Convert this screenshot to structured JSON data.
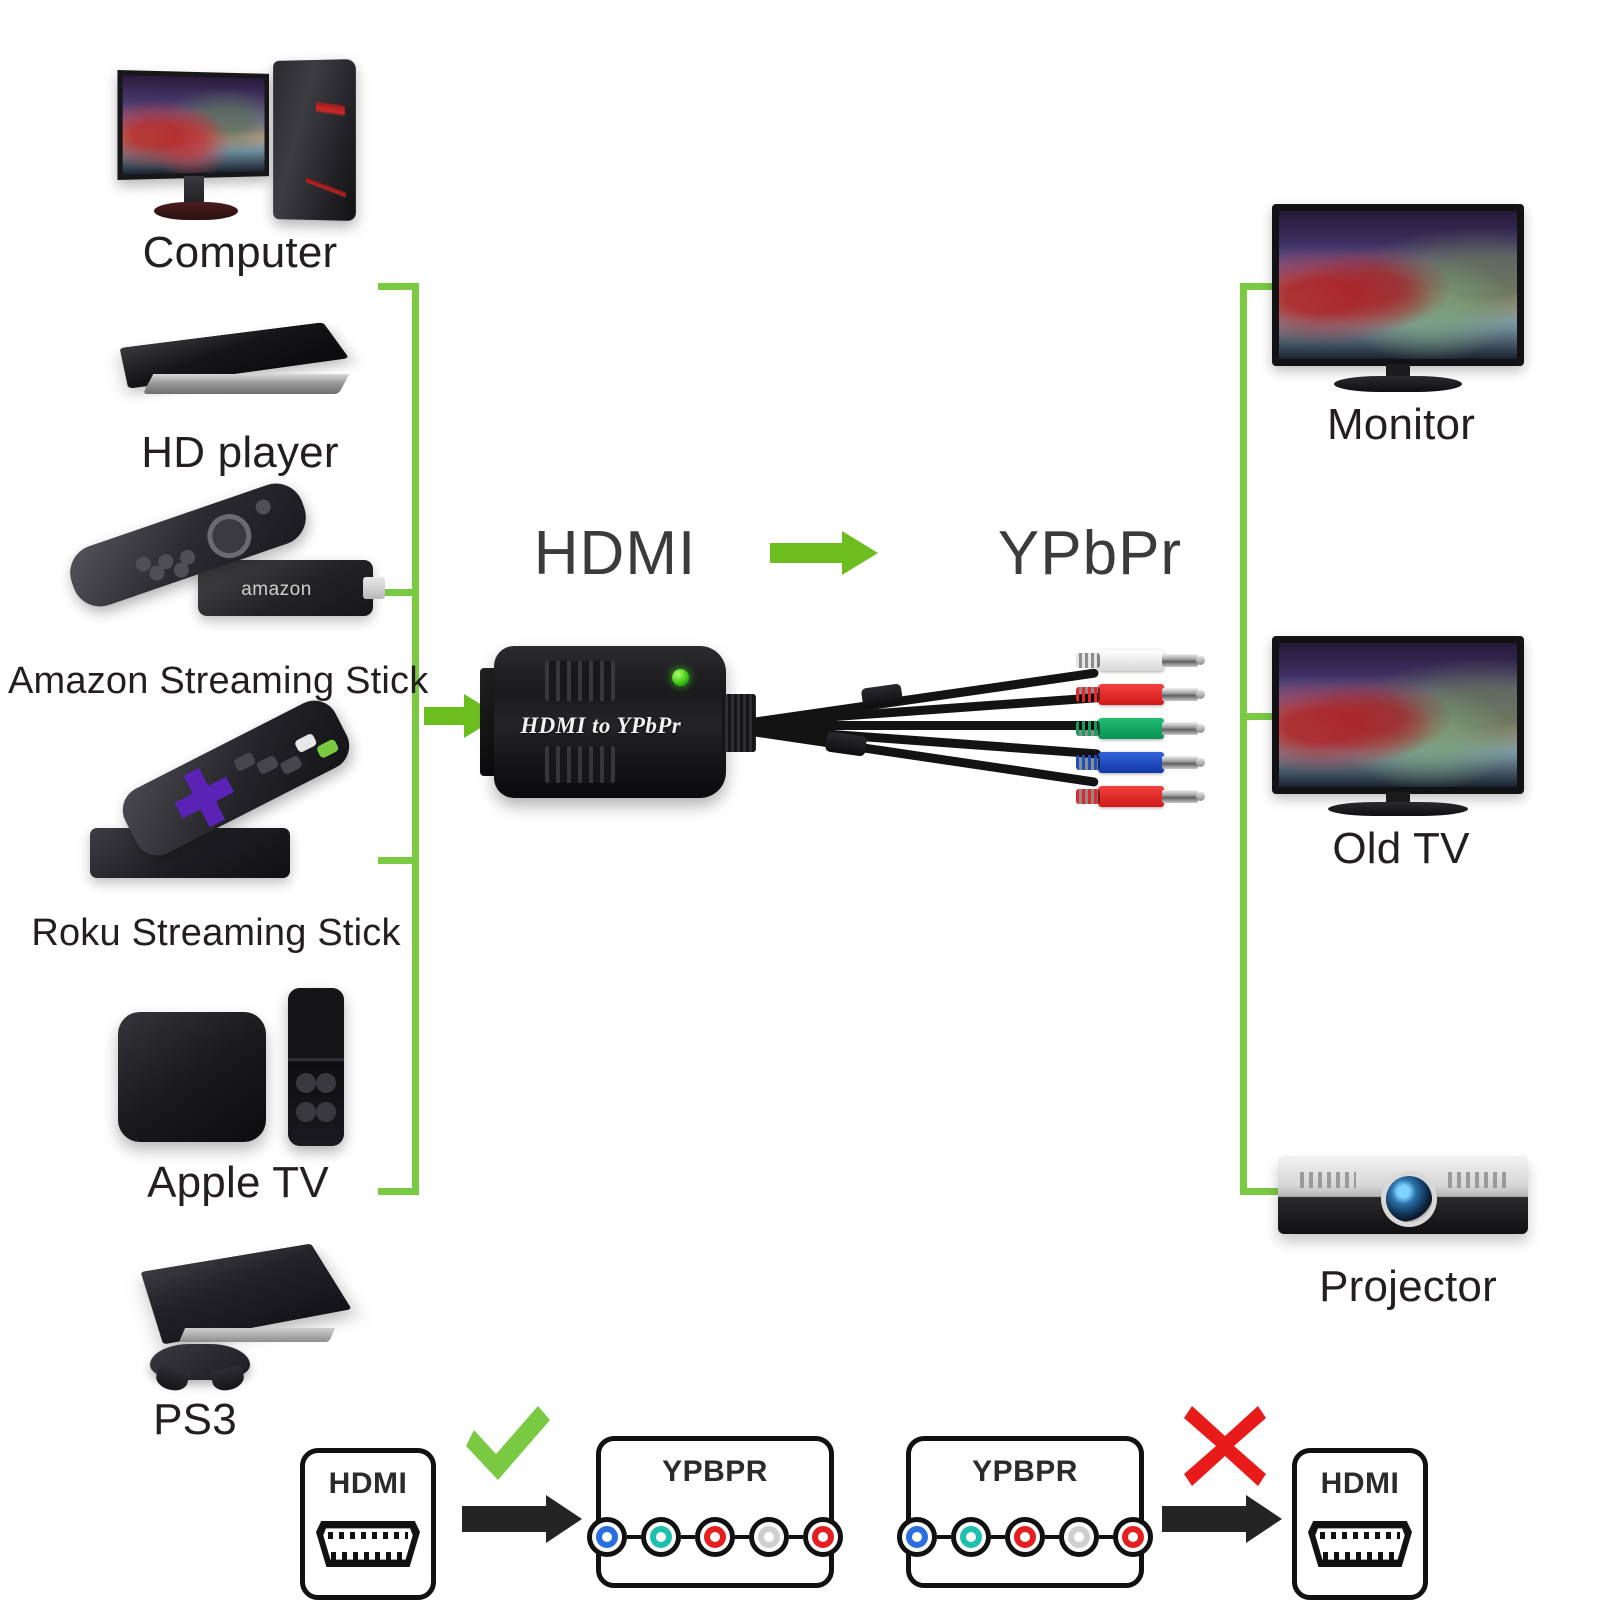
{
  "diagram": {
    "center": {
      "input_format": "HDMI",
      "output_format": "YPbPr",
      "converter_label": "HDMI to YPbPr",
      "arrow_icon": "green-right-arrow"
    },
    "sources": [
      {
        "label": "Computer",
        "icon": "desktop-computer"
      },
      {
        "label": "HD player",
        "icon": "hd-disc-player"
      },
      {
        "label": "Amazon Streaming Stick",
        "icon": "amazon-fire-stick",
        "brand_text": "amazon"
      },
      {
        "label": "Roku Streaming Stick",
        "icon": "roku-streaming-stick"
      },
      {
        "label": "Apple TV",
        "icon": "apple-tv-box"
      },
      {
        "label": "PS3",
        "icon": "playstation-3"
      }
    ],
    "outputs": [
      {
        "label": "Monitor",
        "icon": "flat-screen-monitor"
      },
      {
        "label": "Old TV",
        "icon": "old-flat-tv"
      },
      {
        "label": "Projector",
        "icon": "video-projector"
      }
    ],
    "cable": {
      "plug_colors": [
        "#f3f3f3",
        "#e8262a",
        "#11a05c",
        "#1b4fc4",
        "#e8262a"
      ],
      "plug_names": [
        "white-rca-plug",
        "red-rca-plug",
        "green-rca-plug",
        "blue-rca-plug",
        "red-rca-plug"
      ]
    }
  },
  "comparison": {
    "supported": {
      "from_label": "HDMI",
      "to_label": "YPBPR",
      "status_icon": "green-check",
      "arrow_icon": "black-right-arrow"
    },
    "unsupported": {
      "from_label": "YPBPR",
      "to_label": "HDMI",
      "status_icon": "red-x",
      "arrow_icon": "black-right-arrow"
    },
    "jack_colors": [
      "#2a6fe0",
      "#1fbfae",
      "#e51f1f",
      "#cfcfcf",
      "#e51f1f"
    ],
    "jack_names": [
      "blue-jack",
      "cyan-jack",
      "red-jack",
      "white-jack",
      "red-jack"
    ]
  },
  "colors": {
    "accent_green": "#7ac943",
    "arrow_green": "#6cbe1e",
    "check_green": "#7ac943",
    "x_red": "#e81a1a",
    "text_dark": "#231f20",
    "heading_gray": "#3b3b3b",
    "black": "#111111"
  }
}
